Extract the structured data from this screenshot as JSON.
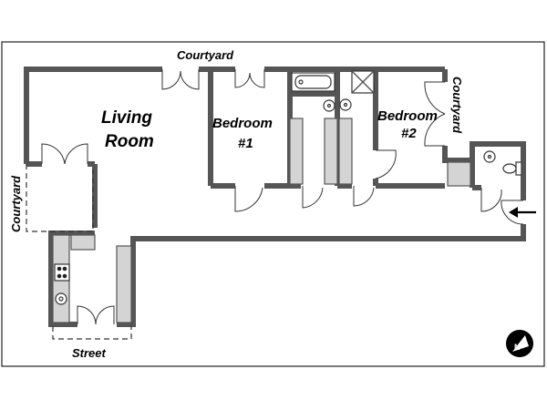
{
  "rooms": {
    "living_line1": "Living",
    "living_line2": "Room",
    "bedroom1_line1": "Bedroom",
    "bedroom1_line2": "#1",
    "bedroom2_line1": "Bedroom",
    "bedroom2_line2": "#2"
  },
  "exterior": {
    "courtyard_top": "Courtyard",
    "courtyard_right": "Courtyard",
    "courtyard_left": "Courtyard",
    "street": "Street"
  },
  "colors": {
    "wall": "#555555",
    "closet": "#d4d4d4",
    "background": "#ffffff"
  },
  "icons": [
    "compass-icon",
    "entrance-arrow-icon",
    "stove-icon",
    "sink-icon",
    "toilet-icon",
    "bathtub-icon",
    "shower-icon"
  ]
}
